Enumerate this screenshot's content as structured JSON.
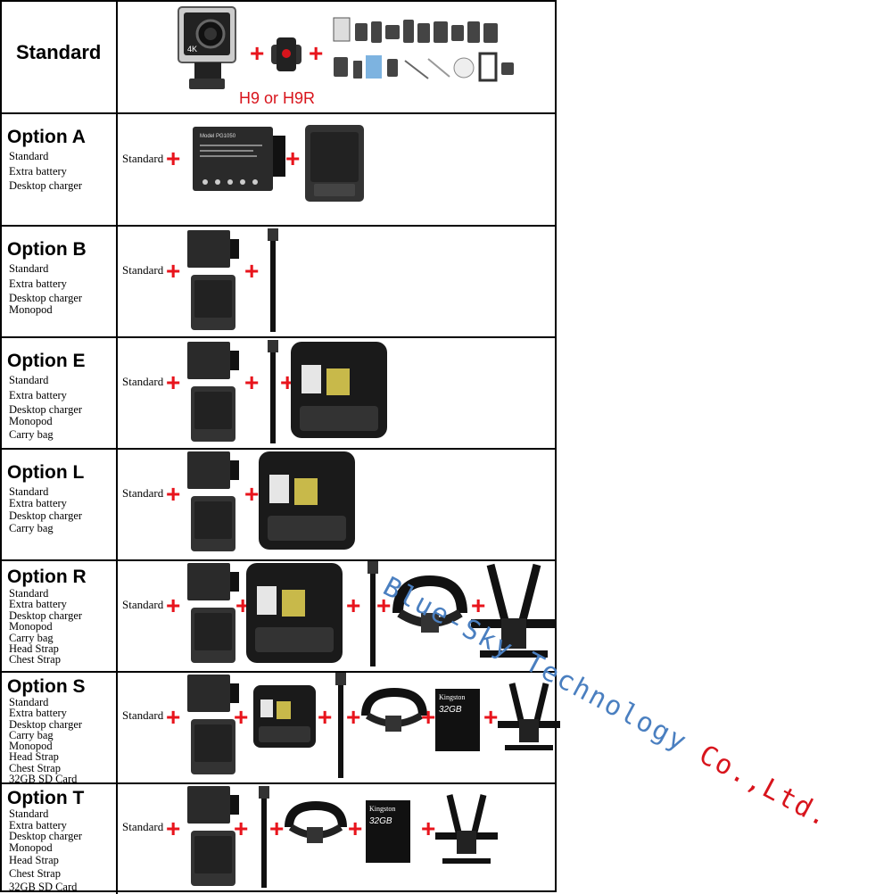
{
  "standard": {
    "title": "Standard",
    "model_label": "H9 or H9R"
  },
  "options": [
    {
      "title": "Option A",
      "items": [
        "Standard",
        "Extra battery",
        "Desktop charger"
      ]
    },
    {
      "title": "Option B",
      "items": [
        "Standard",
        "Extra battery",
        "Desktop charger",
        "Monopod"
      ]
    },
    {
      "title": "Option E",
      "items": [
        "Standard",
        "Extra battery",
        "Desktop charger",
        "Monopod",
        "Carry bag"
      ]
    },
    {
      "title": "Option L",
      "items": [
        "Standard",
        "Extra battery",
        "Desktop charger",
        "Carry bag"
      ]
    },
    {
      "title": "Option R",
      "items": [
        "Standard",
        "Extra battery",
        "Desktop charger",
        "Monopod",
        "Carry bag",
        "Head Strap",
        "Chest Strap"
      ]
    },
    {
      "title": "Option S",
      "items": [
        "Standard",
        "Extra battery",
        "Desktop charger",
        "Carry bag",
        "Monopod",
        "Head Strap",
        "Chest Strap",
        "32GB SD Card"
      ]
    },
    {
      "title": "Option T",
      "items": [
        "Standard",
        "Extra battery",
        "Desktop charger",
        "Monopod",
        "Head Strap",
        "Chest Strap",
        "32GB SD Card"
      ]
    }
  ],
  "standard_label": "Standard",
  "plus": "+",
  "camera_badge": "4K",
  "battery_model": "Model PG1050",
  "sd_card": {
    "brand": "Kingston",
    "size": "32GB"
  },
  "watermark": {
    "blue": "Blue-Sky Technology ",
    "red": "Co.,Ltd."
  },
  "colors": {
    "plus": "#e8141c",
    "watermark_blue": "#4a7fc0",
    "watermark_red": "#d8141c"
  }
}
